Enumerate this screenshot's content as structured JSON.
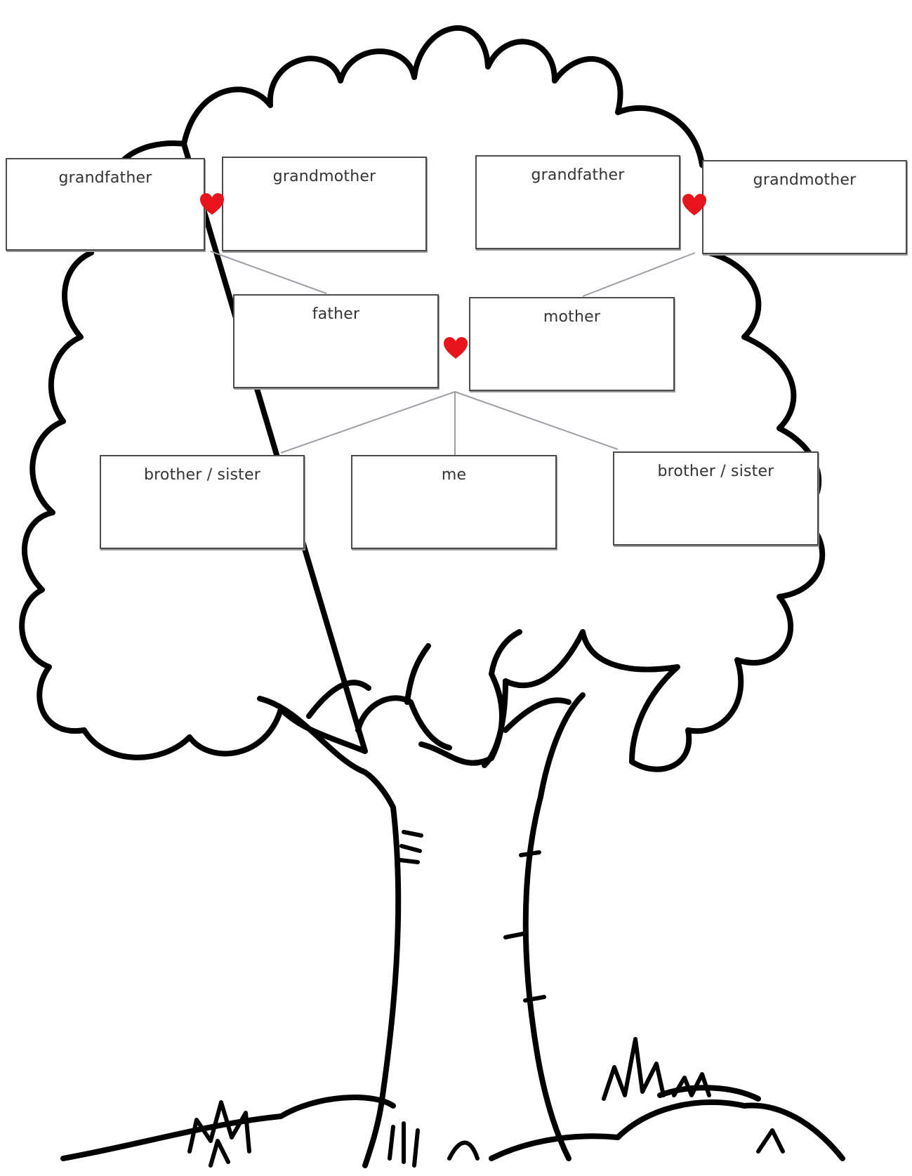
{
  "grandparents": [
    {
      "key": "gf-left",
      "label": "grandfather"
    },
    {
      "key": "gm-left",
      "label": "grandmother"
    },
    {
      "key": "gf-right",
      "label": "grandfather"
    },
    {
      "key": "gm-right",
      "label": "grandmother"
    }
  ],
  "parents": {
    "father": "father",
    "mother": "mother"
  },
  "children": {
    "sibling_left": "brother / sister",
    "me": "me",
    "sibling_right": "brother / sister"
  },
  "colors": {
    "heart": "#e8141c",
    "outline": "#000000",
    "box_border": "#4a4a4a",
    "connector": "#9aa0a6"
  },
  "icons": {
    "union": "heart-icon"
  }
}
